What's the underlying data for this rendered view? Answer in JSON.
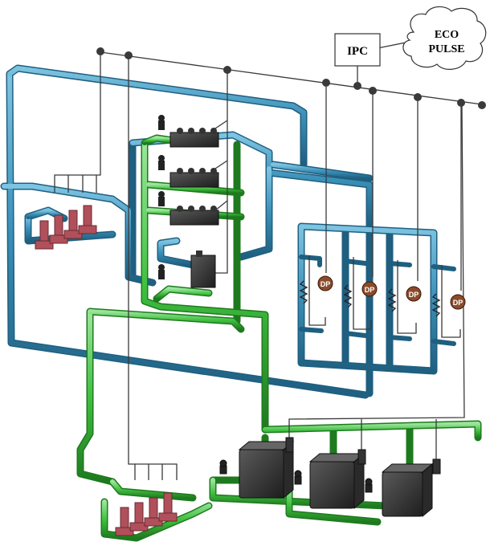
{
  "labels": {
    "controller": "IPC",
    "cloud_line1": "ECO",
    "cloud_line2": "PULSE",
    "sensor": "DP"
  },
  "colors": {
    "chilled_water": "#3a8fb7",
    "chilled_water_dark": "#1f5f80",
    "condenser_water": "#3fbf3f",
    "condenser_water_dark": "#1e7a1e",
    "control_wire": "#444444",
    "pump": "#b0505a",
    "chiller": "#3a3a3a",
    "sensor": "#8a4b2a"
  },
  "icons": {
    "cloud": "cloud-icon",
    "controller": "computer-box-icon",
    "chiller": "chiller-unit-icon",
    "pump": "pump-icon",
    "sensor": "differential-pressure-sensor-icon",
    "heat_exchanger": "heat-exchanger-icon",
    "cooling_coil": "coil-icon"
  }
}
